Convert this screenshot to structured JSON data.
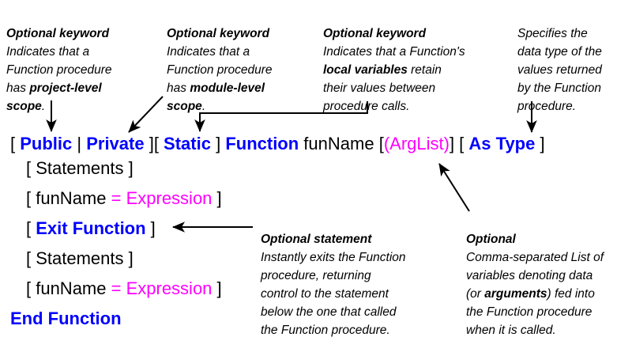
{
  "annotations": {
    "public_private": {
      "header": "Optional keyword",
      "lines": [
        "Indicates that a",
        "Function procedure",
        "has ",
        "project-level",
        "scope",
        "."
      ],
      "text_plain": "Indicates that a Function procedure has project-level scope.",
      "bold_terms": [
        "project-level scope"
      ]
    },
    "static": {
      "header": "Optional keyword",
      "text_plain": "Indicates that a Function procedure has module-level scope.",
      "bold_terms": [
        "module-level scope"
      ]
    },
    "static_local": {
      "header": "Optional keyword",
      "text_plain": "Indicates that a Function's local variables retain their values between procedure calls.",
      "bold_terms": [
        "local variables"
      ]
    },
    "as_type": {
      "header": "",
      "text_plain": "Specifies the data type of the values returned by the Function procedure.",
      "bold_terms": []
    },
    "exit_function": {
      "header": "Optional statement",
      "text_plain": "Instantly exits the Function procedure, returning control to the statement below the one that called the Function procedure.",
      "bold_terms": []
    },
    "arglist": {
      "header": "Optional",
      "text_plain": "Comma-separated List of variables denoting data (or arguments) fed into the Function procedure when it is called.",
      "bold_terms": [
        "arguments"
      ]
    }
  },
  "code": {
    "signature": {
      "open_bracket": "[ ",
      "public": "Public",
      "pipe": " | ",
      "private": "Private",
      "close_open": " ][ ",
      "static": "Static",
      "close_bracket": " ] ",
      "function": "Function",
      "funname": " funName ",
      "arglist_open": "[",
      "arglist": "(ArgList)",
      "arglist_close": "] ",
      "astype_open": "[ ",
      "astype": "As Type",
      "astype_close": " ]"
    },
    "statements_1": "[ Statements ]",
    "assign_1": {
      "open": "[ funName ",
      "eq": "=",
      "expr": " Expression",
      "close": " ]"
    },
    "exit": {
      "open": "[ ",
      "kw": "Exit Function",
      "close": " ]"
    },
    "statements_2": "[ Statements ]",
    "assign_2": {
      "open": "[ funName ",
      "eq": "=",
      "expr": " Expression",
      "close": " ]"
    },
    "end": "End Function"
  },
  "colors": {
    "keyword_blue": "#0000FF",
    "literal_magenta": "#FF00FF",
    "text_black": "#000000",
    "background": "#FFFFFF"
  },
  "connectors": [
    {
      "name": "arrow-to-public-private",
      "shape": "vertical-down"
    },
    {
      "name": "arrow-to-static",
      "shape": "diagonal-down-left"
    },
    {
      "name": "arrow-to-function",
      "shape": "elbow-down-left"
    },
    {
      "name": "arrow-to-as-type",
      "shape": "vertical-down"
    },
    {
      "name": "arrow-to-exit-function",
      "shape": "horizontal-left"
    },
    {
      "name": "arrow-to-arglist",
      "shape": "diagonal-up-left"
    }
  ]
}
